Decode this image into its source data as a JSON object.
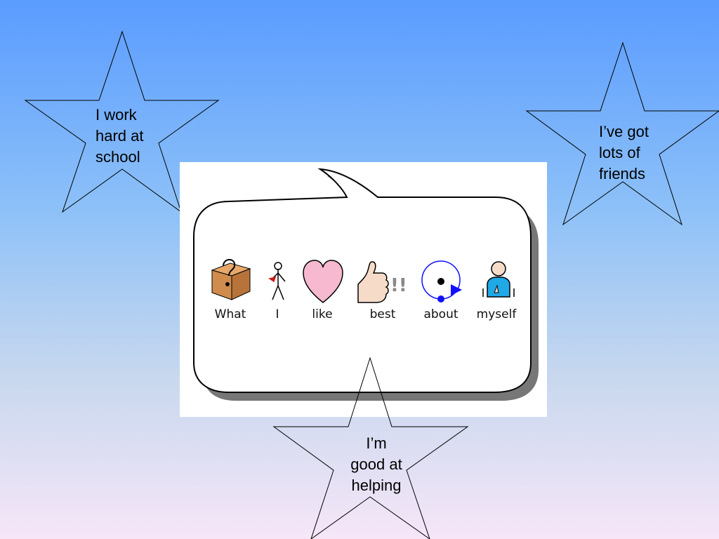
{
  "stars": {
    "left": [
      "I work",
      "hard at",
      "school"
    ],
    "right": [
      "I’ve got",
      "lots of",
      "friends"
    ],
    "bottom": [
      "I’m",
      "good at",
      "helping"
    ]
  },
  "symbols": {
    "words": [
      "What",
      "I",
      "like",
      "best",
      "about",
      "myself"
    ],
    "icons": [
      "question-box-icon",
      "stick-figure-icon",
      "heart-icon",
      "thumbs-up-icon",
      "circle-arrow-icon",
      "person-icon"
    ]
  },
  "colors": {
    "background_top": "#5a9cff",
    "background_bottom": "#f6e6f8",
    "heart": "#f7b9cf",
    "box": "#d08c4c",
    "arrow": "#1010ff",
    "shirt": "#1fa9e6"
  }
}
